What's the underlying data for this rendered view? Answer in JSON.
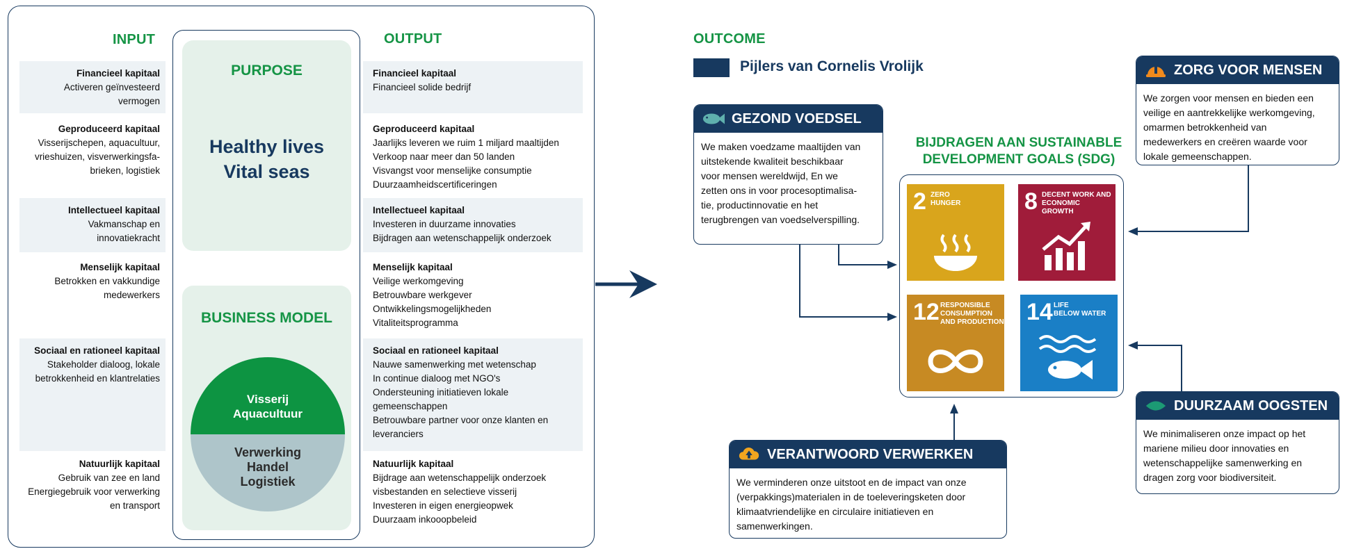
{
  "headings": {
    "input": "INPUT",
    "output": "OUTPUT",
    "outcome": "OUTCOME",
    "purpose": "PURPOSE",
    "business_model": "BUSINESS MODEL",
    "sdg": "BIJDRAGEN AAN SUSTAINABLE\nDEVELOPMENT GOALS (SDG)"
  },
  "input_rows": [
    {
      "title": "Financieel kapitaal",
      "lines": [
        "Activeren geïnvesteerd",
        "vermogen"
      ]
    },
    {
      "title": "Geproduceerd kapitaal",
      "lines": [
        "Visserijschepen, aquacultuur,",
        "vrieshuizen, visverwerkingsfa-",
        "brieken, logistiek"
      ]
    },
    {
      "title": "Intellectueel kapitaal",
      "lines": [
        "Vakmanschap en",
        "innovatiekracht"
      ]
    },
    {
      "title": "Menselijk kapitaal",
      "lines": [
        "Betrokken en vakkundige",
        "medewerkers"
      ]
    },
    {
      "title": "Sociaal en rationeel kapitaal",
      "lines": [
        "Stakeholder dialoog, lokale",
        "betrokkenheid en klantrelaties"
      ]
    },
    {
      "title": "Natuurlijk kapitaal",
      "lines": [
        "Gebruik van zee en land",
        "Energiegebruik voor verwerking",
        "en transport"
      ]
    }
  ],
  "output_rows": [
    {
      "title": "Financieel kapitaal",
      "lines": [
        "Financieel solide bedrijf"
      ]
    },
    {
      "title": "Geproduceerd kapitaal",
      "lines": [
        "Jaarlijks leveren we ruim 1 miljard maaltijden",
        "Verkoop naar meer dan 50 landen",
        "Visvangst voor menselijke consumptie",
        "Duurzaamheidscertificeringen"
      ]
    },
    {
      "title": "Intellectueel kapitaal",
      "lines": [
        "Investeren in duurzame innovaties",
        "Bijdragen aan wetenschappelijk onderzoek"
      ]
    },
    {
      "title": "Menselijk kapitaal",
      "lines": [
        "Veilige werkomgeving",
        "Betrouwbare werkgever",
        "Ontwikkelingsmogelijkheden",
        "Vitaliteitsprogramma"
      ]
    },
    {
      "title": "Sociaal en rationeel kapitaal",
      "lines": [
        "Nauwe samenwerking met wetenschap",
        "In continue dialoog met NGO's",
        "Ondersteuning initiatieven lokale",
        "gemeenschappen",
        "Betrouwbare partner voor onze klanten en",
        "leveranciers"
      ]
    },
    {
      "title": "Natuurlijk kapitaal",
      "lines": [
        "Bijdrage aan wetenschappelijk onderzoek",
        "visbestanden en selectieve visserij",
        "Investeren in eigen energieopwek",
        "Duurzaam inkooopbeleid"
      ]
    }
  ],
  "purpose": {
    "line1": "Healthy lives",
    "line2": "Vital seas"
  },
  "business_model": {
    "top_lines": [
      "Visserij",
      "Aquacultuur"
    ],
    "bottom_lines": [
      "Verwerking",
      "Handel",
      "Logistiek"
    ]
  },
  "legend": {
    "label": "Pijlers van Cornelis Vrolijk",
    "color": "#17395f"
  },
  "pillars": {
    "gezond_voedsel": {
      "title": "GEZOND VOEDSEL",
      "icon": "fish-icon",
      "lines": [
        "We maken voedzame maaltijden van",
        "uitstekende kwaliteit beschikbaar",
        "voor mensen wereldwijd, En we",
        "zetten ons in voor procesoptimalisa-",
        "tie, productinnovatie en het",
        "terugbrengen van voedselverspilling."
      ]
    },
    "zorg_voor_mensen": {
      "title": "ZORG VOOR MENSEN",
      "icon": "helmet-icon",
      "lines": [
        "We zorgen voor mensen en bieden een",
        "veilige en aantrekkelijke werkomgeving,",
        "omarmen betrokkenheid van",
        "medewerkers en creëren waarde voor",
        "lokale gemeenschappen."
      ]
    },
    "duurzaam_oogsten": {
      "title": "DUURZAAM OOGSTEN",
      "icon": "leaf-icon",
      "lines": [
        "We minimaliseren onze impact op het",
        "mariene milieu door innovaties en",
        "wetenschappelijke samenwerking en",
        "dragen zorg voor biodiversiteit."
      ]
    },
    "verantwoord_verwerken": {
      "title": "VERANTWOORD VERWERKEN",
      "icon": "cloud-upload-icon",
      "lines": [
        "We verminderen onze uitstoot en de impact van onze",
        "(verpakkings)materialen in de toeleveringsketen door",
        "klimaatvriendelijke en circulaire initiatieven en",
        "samenwerkingen."
      ]
    }
  },
  "sdgs": [
    {
      "number": "2",
      "name": "ZERO HUNGER",
      "name_lines": [
        "ZERO",
        "HUNGER"
      ],
      "color": "#d9a51c",
      "icon": "bowl-icon"
    },
    {
      "number": "8",
      "name": "DECENT WORK AND ECONOMIC GROWTH",
      "name_lines": [
        "DECENT WORK AND",
        "ECONOMIC GROWTH"
      ],
      "color": "#a01c3a",
      "icon": "growth-chart-icon"
    },
    {
      "number": "12",
      "name": "RESPONSIBLE CONSUMPTION AND PRODUCTION",
      "name_lines": [
        "RESPONSIBLE",
        "CONSUMPTION",
        "AND PRODUCTION"
      ],
      "color": "#c78a23",
      "icon": "infinity-icon"
    },
    {
      "number": "14",
      "name": "LIFE BELOW WATER",
      "name_lines": [
        "LIFE",
        "BELOW WATER"
      ],
      "color": "#1a7fc6",
      "icon": "fish-waves-icon"
    }
  ],
  "colors": {
    "navy": "#17395f",
    "green": "#159445",
    "shade": "#edf2f5"
  }
}
